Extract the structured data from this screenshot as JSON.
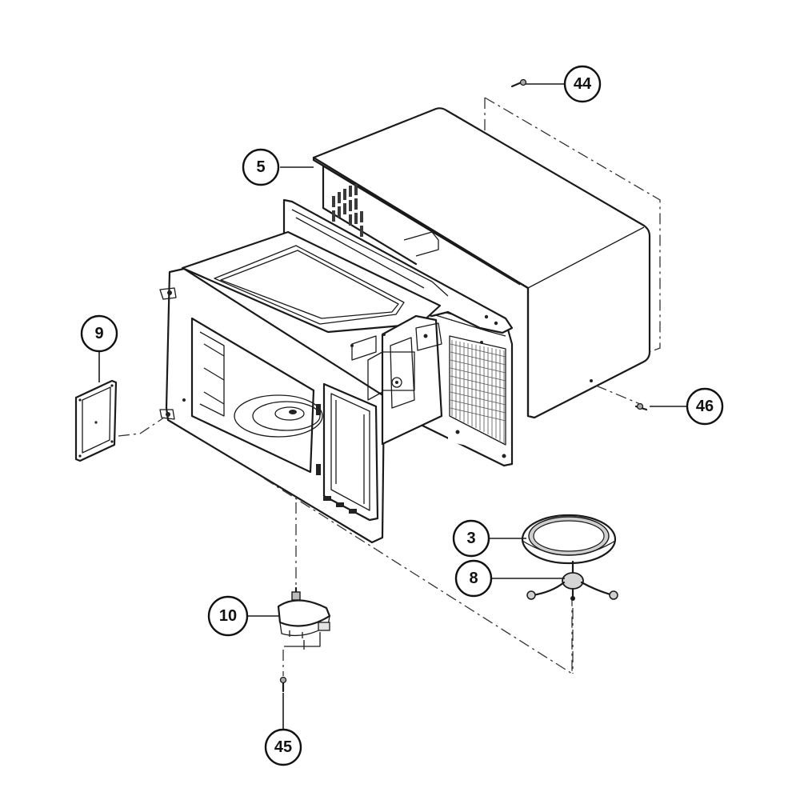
{
  "diagram": {
    "callouts": [
      {
        "id": "44",
        "label": "44",
        "part": "screw-top"
      },
      {
        "id": "5",
        "label": "5",
        "part": "outer-case"
      },
      {
        "id": "9",
        "label": "9",
        "part": "waveguide-cover"
      },
      {
        "id": "46",
        "label": "46",
        "part": "screw-rear"
      },
      {
        "id": "3",
        "label": "3",
        "part": "glass-turntable"
      },
      {
        "id": "8",
        "label": "8",
        "part": "roller-support"
      },
      {
        "id": "10",
        "label": "10",
        "part": "turntable-motor"
      },
      {
        "id": "45",
        "label": "45",
        "part": "screw-motor"
      }
    ]
  }
}
